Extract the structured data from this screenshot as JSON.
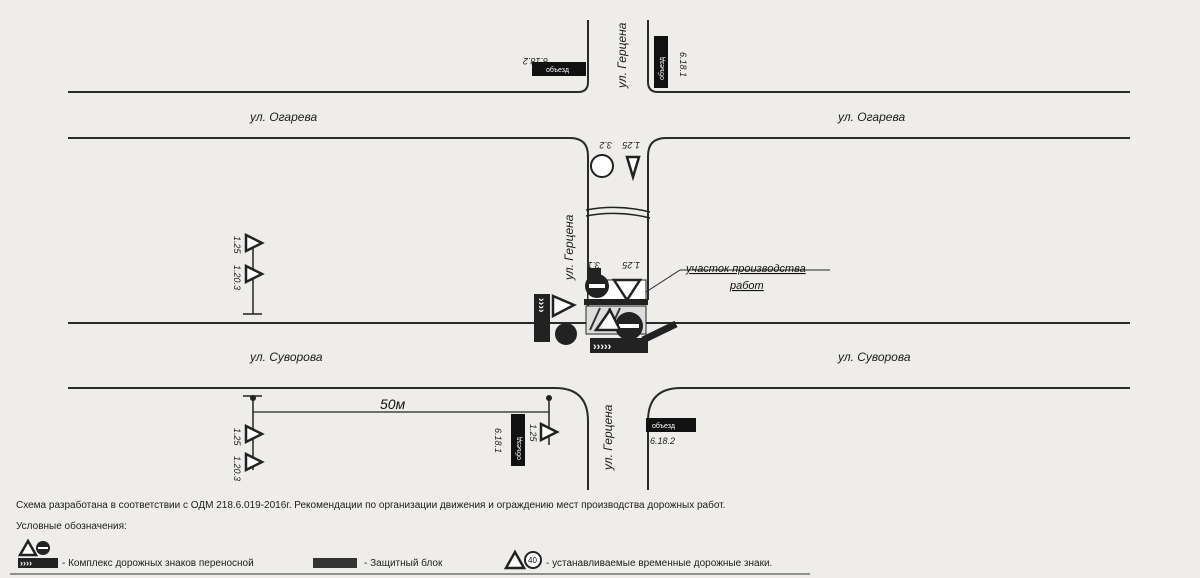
{
  "streets": {
    "ogareva": "ул. Огарева",
    "suvorova": "ул. Суворова",
    "gertsena": "ул. Герцена"
  },
  "work_zone": {
    "line1": "участок производства",
    "line2": "работ"
  },
  "distance": "50м",
  "signs": {
    "detour_text": "объезд",
    "s6_18_1": "6.18.1",
    "s6_18_2": "6.18.2",
    "s1_25": "1.25",
    "s3_1": "3.1",
    "s3_2": "3.2",
    "s1_20_3": "1.20.3"
  },
  "footer": {
    "note": "Схема разработана в соответствии с ОДМ 218.6.019-2016г. Рекомендации по организации движения и ограждению мест производства дорожных работ.",
    "legend_title": "Условные обозначения:",
    "legend": [
      {
        "label": "- Комплекс дорожных знаков переносной"
      },
      {
        "label": "- Защитный блок"
      },
      {
        "label": "- устанавливаемые временные дорожные знаки."
      }
    ],
    "legend_speed": "40"
  }
}
